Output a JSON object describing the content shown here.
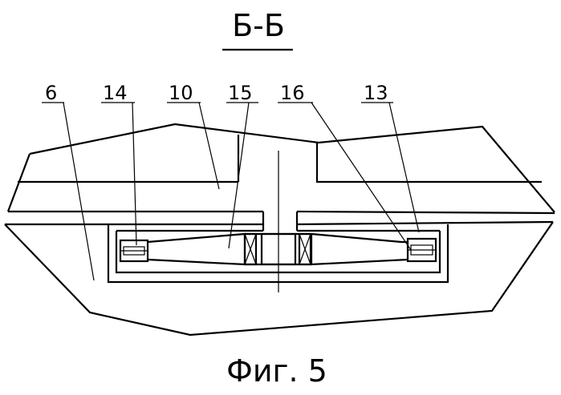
{
  "section_label": "Б-Б",
  "figure_caption": "Фиг. 5",
  "callouts": {
    "c6": "6",
    "c14": "14",
    "c10": "10",
    "c15": "15",
    "c16": "16",
    "c13": "13"
  }
}
